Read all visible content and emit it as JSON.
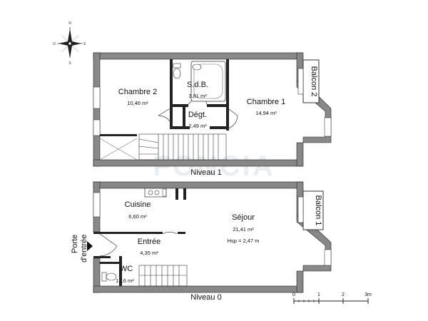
{
  "watermark": "FONCIA",
  "compass": {
    "n": "N",
    "s": "S",
    "e": "E",
    "o": "O"
  },
  "scale": {
    "t0": "0",
    "t1": "1",
    "t2": "2",
    "t3": "3m"
  },
  "upper": {
    "level": "Niveau 1",
    "chambre2": {
      "name": "Chambre 2",
      "area": "10,46 m²"
    },
    "sdb": {
      "name": "S.d.B.",
      "area": "3,81 m²"
    },
    "degt": {
      "name": "Dégt.",
      "area": "2,49 m²"
    },
    "chambre1": {
      "name": "Chambre 1",
      "area": "14,94 m²"
    },
    "balcon2": "Balcon 2"
  },
  "lower": {
    "level": "Niveau 0",
    "cuisine": {
      "name": "Cuisine",
      "area": "6,60 m²"
    },
    "entree": {
      "name": "Entrée",
      "area": "4,35 m²"
    },
    "sejour": {
      "name": "Séjour",
      "area": "21,41 m²",
      "hsp": "Hsp = 2,47 m"
    },
    "wc": {
      "name": "WC",
      "area": "1,16 m²"
    },
    "balcon1": "Balcon 1",
    "porte1": "Porte",
    "porte2": "d'entrée"
  }
}
